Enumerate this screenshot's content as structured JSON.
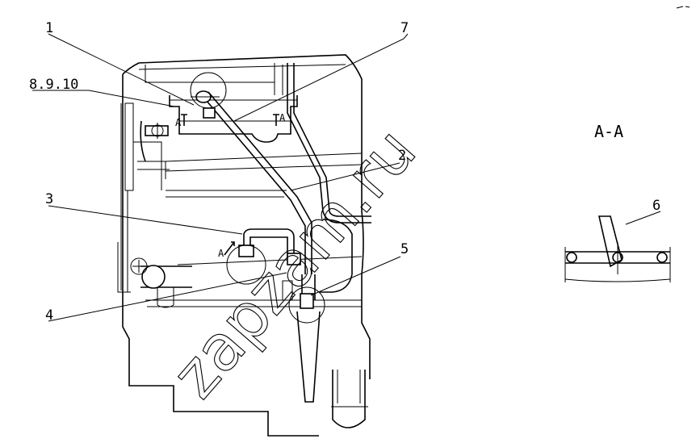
{
  "callouts": {
    "c1": "1",
    "c2": "2",
    "c3": "3",
    "c4": "4",
    "c5": "5",
    "c6": "6",
    "c7": "7",
    "c8910": "8.9.10"
  },
  "section_marks": {
    "left": "A",
    "right": "A",
    "view": "A"
  },
  "section_title": "A-A",
  "watermark": "zapzam.ru"
}
